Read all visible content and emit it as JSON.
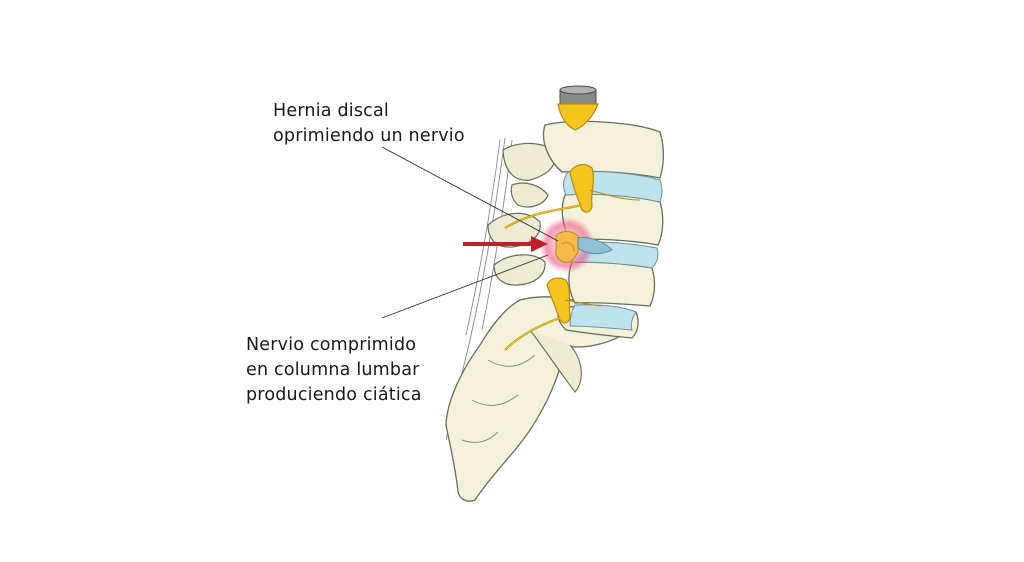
{
  "labels": {
    "herniated_disc": {
      "line1": "Hernia discal",
      "line2": "oprimiendo un nervio"
    },
    "compressed_nerve": {
      "line1": "Nervio comprimido",
      "line2": "en columna lumbar",
      "line3": "produciendo ciática"
    }
  },
  "colors": {
    "bone": "#f4f2da",
    "bone_outline": "#6b6b5e",
    "disc": "#bfe3ee",
    "nerve": "#f4c51e",
    "nerve_outline": "#b88a10",
    "spinal_cap": "#8a8a86",
    "herniation_glow": "#e8346a",
    "arrow": "#c0202a"
  },
  "icons": {
    "arrow": "red-arrow-right"
  }
}
